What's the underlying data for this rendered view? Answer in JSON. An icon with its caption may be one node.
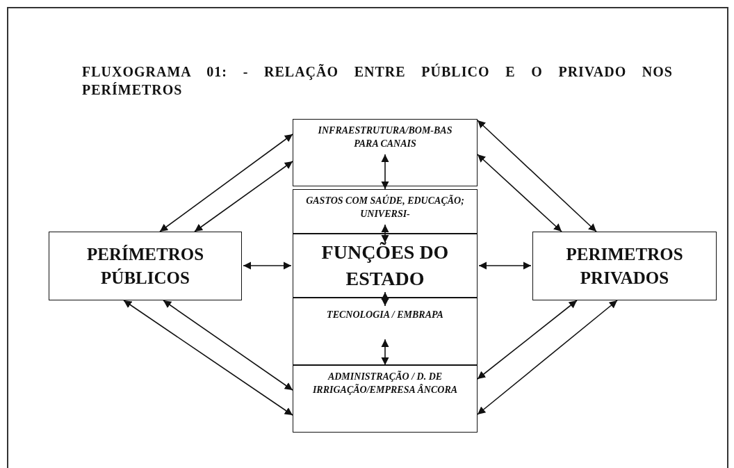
{
  "diagram": {
    "title": "FLUXOGRAMA 01: - RELAÇÃO ENTRE PÚBLICO E O PRIVADO NOS PERÍMETROS",
    "nodes": [
      {
        "text": [
          "PERÍMETROS PÚBLICOS"
        ]
      },
      {
        "text": [
          "INFRAESTRUTURA/BOM-BAS PARA CANAIS"
        ]
      },
      {
        "text": [
          "GASTOS COM SAÚDE, EDUCAÇÃO; UNIVERSI-"
        ]
      },
      {
        "text": [
          "FUNÇÕES DO ESTADO"
        ]
      },
      {
        "text": [
          "TECNOLOGIA / EMBRAPA"
        ]
      },
      {
        "text": [
          "ADMINISTRAÇÃO / D. DE IRRIGAÇÃO/EMPRESA ÂNCORA"
        ]
      },
      {
        "text": [
          "PERIMETROS PRIVADOS"
        ]
      }
    ],
    "edges": [
      {
        "from": 0,
        "to": 1,
        "arrow": "both"
      },
      {
        "from": 0,
        "to": 1,
        "arrow": "both"
      },
      {
        "from": 6,
        "to": 1,
        "arrow": "both"
      },
      {
        "from": 6,
        "to": 1,
        "arrow": "both"
      },
      {
        "from": 0,
        "to": 3,
        "arrow": "both"
      },
      {
        "from": 3,
        "to": 6,
        "arrow": "both"
      },
      {
        "from": 1,
        "to": 2,
        "arrow": "both"
      },
      {
        "from": 2,
        "to": 3,
        "arrow": "both"
      },
      {
        "from": 3,
        "to": 4,
        "arrow": "both"
      },
      {
        "from": 4,
        "to": 5,
        "arrow": "both"
      },
      {
        "from": 0,
        "to": 5,
        "arrow": "both"
      },
      {
        "from": 0,
        "to": 5,
        "arrow": "both"
      },
      {
        "from": 6,
        "to": 5,
        "arrow": "both"
      },
      {
        "from": 6,
        "to": 5,
        "arrow": "both"
      }
    ]
  }
}
